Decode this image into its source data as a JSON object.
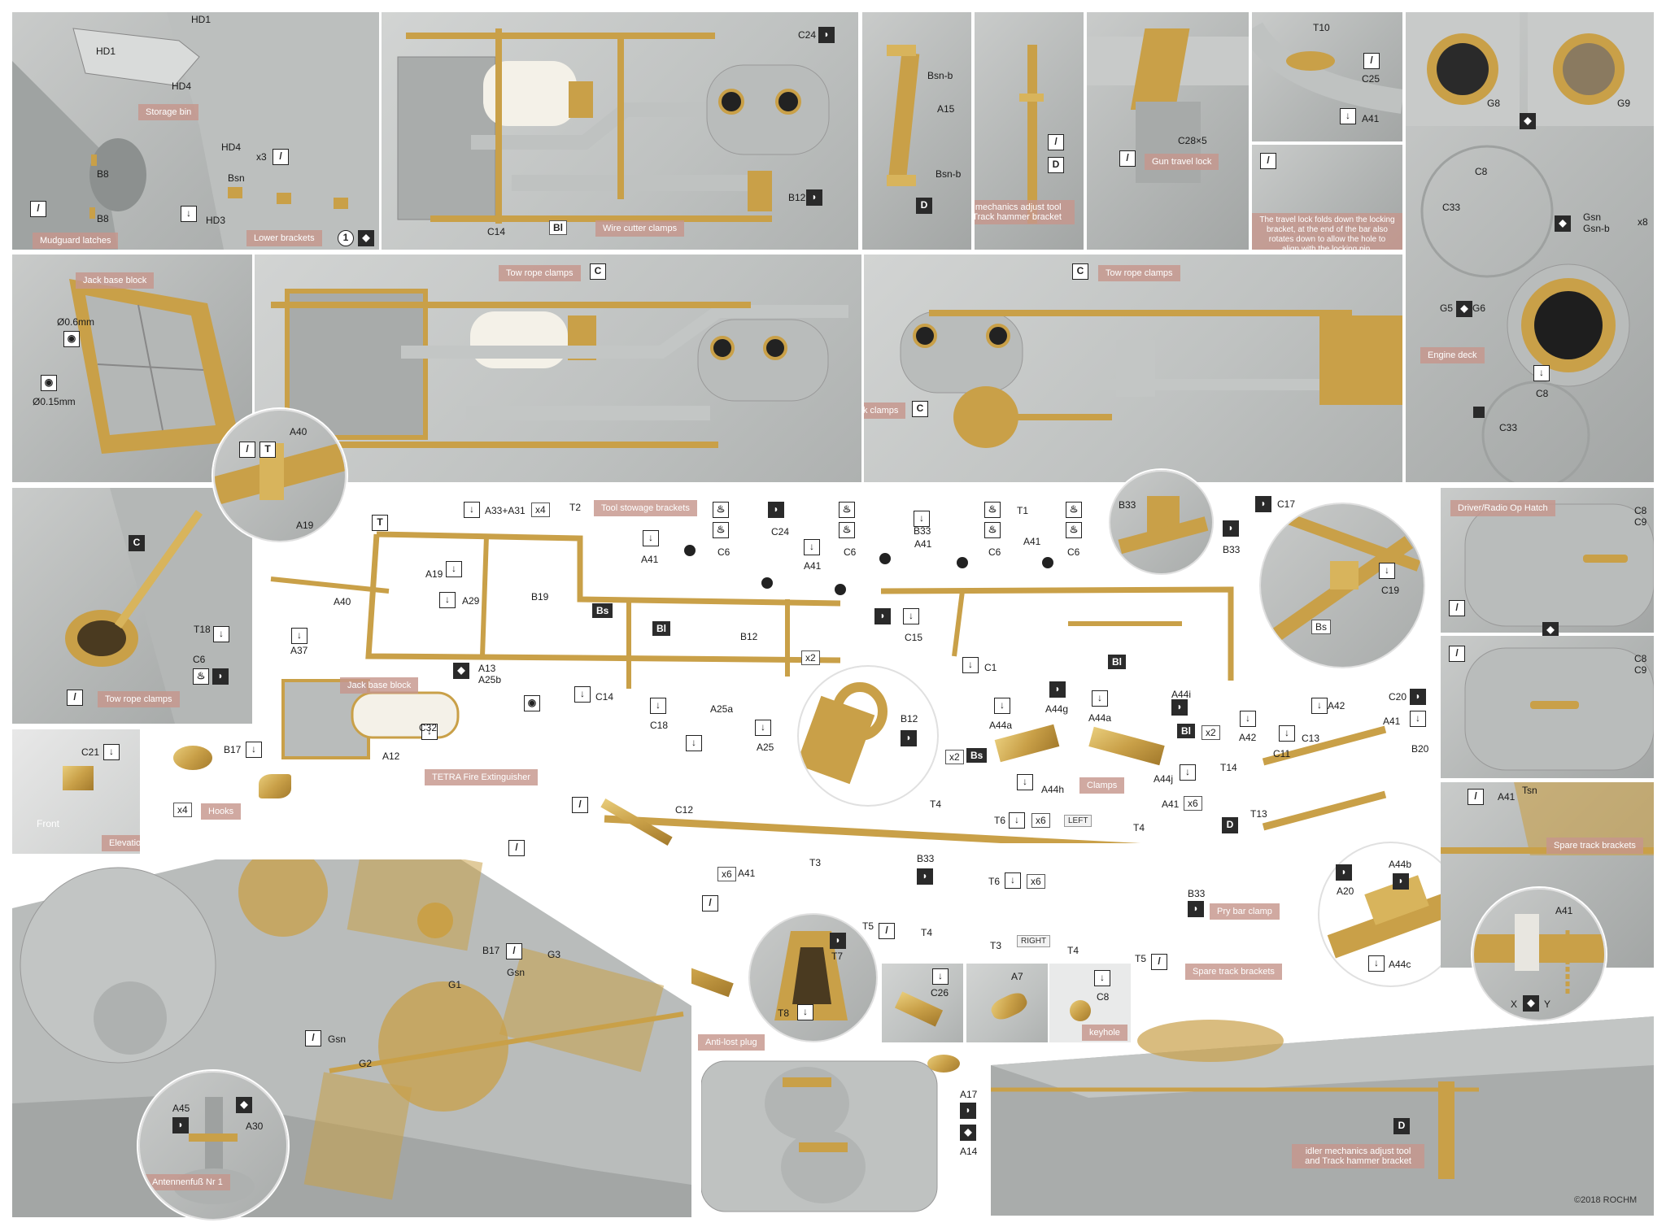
{
  "panels": {
    "p1": {
      "labels": [
        "HD1",
        "HD1",
        "HD4",
        "HD4",
        "B8",
        "B8",
        "Bsn",
        "HD3"
      ],
      "count": "x3",
      "num": "1",
      "captions": [
        "Storage bin",
        "Mudguard latches",
        "Lower brackets"
      ]
    },
    "p2": {
      "labels": [
        "C24",
        "C14",
        "B12"
      ],
      "code": "Bl",
      "caption": "Wire cutter clamps"
    },
    "p3": {
      "labels": [
        "Bsn-b",
        "A15",
        "Bsn-b"
      ],
      "code": "D"
    },
    "p4": {
      "code": "D",
      "caption": "Idler mechanics adjust tool and Track hammer bracket"
    },
    "p5": {
      "labels": [
        "C28×5"
      ],
      "caption": "Gun travel lock"
    },
    "p6": {
      "labels": [
        "T10",
        "C25",
        "A41"
      ]
    },
    "p7": {
      "caption": "The travel lock folds down the locking bracket, at the end of the bar also rotates down to allow the hole to align with the locking pin."
    },
    "p8": {
      "labels": [
        "G8",
        "G9",
        "C8",
        "C33",
        "Gsn",
        "Gsn-b",
        "G5",
        "G6",
        "C8",
        "C33"
      ],
      "count": "x8",
      "caption": "Engine deck"
    },
    "p9": {
      "labels": [
        "Ø0.6mm",
        "Ø0.15mm"
      ],
      "caption": "Jack base block"
    },
    "p10": {
      "code": "C",
      "caption": "Tow rope clamps"
    },
    "p11": {
      "code_c": "C",
      "codes_c2": "C",
      "captions": [
        "Tow rope clamps",
        "C-hook clamps"
      ]
    },
    "p12": {
      "labels": [
        "A40",
        "A19"
      ]
    },
    "p13": {
      "labels": [
        "C6",
        "T18"
      ],
      "code": "C",
      "caption": "Tow rope clamps"
    },
    "p14": {
      "caption": "Driver/Radio Op Hatch",
      "labels": [
        "C8",
        "C9",
        "C8",
        "C9"
      ]
    },
    "p15": {
      "labels": [
        "C21",
        "Front"
      ],
      "caption": "Elevation limit"
    },
    "p16": {
      "labels": [
        "A41",
        "Tsn"
      ],
      "caption": "Spare track brackets"
    },
    "p17": {
      "labels": [
        "A41",
        "X",
        "Y"
      ]
    },
    "p18": {
      "labels": [
        "B17",
        "Gsn",
        "G3",
        "G1",
        "Gsn",
        "G2",
        "A45",
        "A30"
      ],
      "caption": "Antennenfuß Nr 1"
    },
    "p19": {
      "code": "D",
      "caption": "idler mechanics adjust tool and Track hammer bracket",
      "copyright": "©2018 ROCHM"
    }
  },
  "diagram": {
    "captions": {
      "tool_stowage": "Tool stowage brackets",
      "jack_base": "Jack base block",
      "tetra": "TETRA Fire Extinguisher",
      "hooks": "Hooks",
      "clamps": "Clamps",
      "pry_bar": "Pry bar clamp",
      "spare_track": "Spare track brackets",
      "anti_lost": "Anti-lost plug",
      "keyhole": "keyhole"
    },
    "labels": {
      "a33a31": "A33+A31",
      "x4a": "x4",
      "t2": "T2",
      "t1": "T1",
      "a40": "A40",
      "a19": "A19",
      "a29": "A29",
      "b19": "B19",
      "a41a": "A41",
      "c6a": "C6",
      "c24": "C24",
      "c6b": "C6",
      "a41b": "A41",
      "b12": "B12",
      "x2a": "x2",
      "c14": "C14",
      "a41c": "A41",
      "b33a": "B33",
      "c6c": "C6",
      "c6d": "C6",
      "a41d": "A41",
      "c15": "C15",
      "c1": "C1",
      "b33b": "B33",
      "b33c": "B33",
      "c17": "C17",
      "c19": "C19",
      "a37": "A37",
      "a12": "A12",
      "a13": "A13",
      "a25b": "A25b",
      "c32": "C32",
      "c18": "C18",
      "a25a": "A25a",
      "a25": "A25",
      "b12z": "B12",
      "b17": "B17",
      "x4b": "x4",
      "c12": "C12",
      "xy": "X",
      "yx": "Y",
      "x6a": "x6",
      "a41e": "A41",
      "x8": "x8",
      "a44a": "A44a",
      "a44g": "A44g",
      "x2b": "x2",
      "a44h": "A44h",
      "a44a2": "A44a",
      "a44i": "A44i",
      "x2c": "x2",
      "a44j": "A44j",
      "a42a": "A42",
      "a42b": "A42",
      "c20": "C20",
      "a41f": "A41",
      "c13": "C13",
      "c11": "C11",
      "t14": "T14",
      "t13": "T13",
      "b20": "B20",
      "t4a": "T4",
      "t6a": "T6",
      "x6b": "x6",
      "t4b": "T4",
      "a41g": "A41",
      "x6c": "x6",
      "t3a": "T3",
      "b33d": "B33",
      "t6b": "T6",
      "x6d": "x6",
      "b33e": "B33",
      "t5a": "T5",
      "t4c": "T4",
      "t3b": "T3",
      "t4d": "T4",
      "t5b": "T5",
      "t7": "T7",
      "t8": "T8",
      "c26": "C26",
      "a7": "A7",
      "c8": "C8",
      "a20": "A20",
      "a44b": "A44b",
      "a44c": "A44c",
      "a17": "A17",
      "a14": "A14"
    },
    "codes": {
      "bs1": "Bs",
      "bl1": "Bl",
      "bs2": "Bs",
      "bs3": "Bs",
      "bl2": "Bl",
      "bl3": "Bl",
      "d1": "D",
      "c1": "C"
    },
    "sides": {
      "left": "LEFT",
      "right": "RIGHT"
    }
  }
}
